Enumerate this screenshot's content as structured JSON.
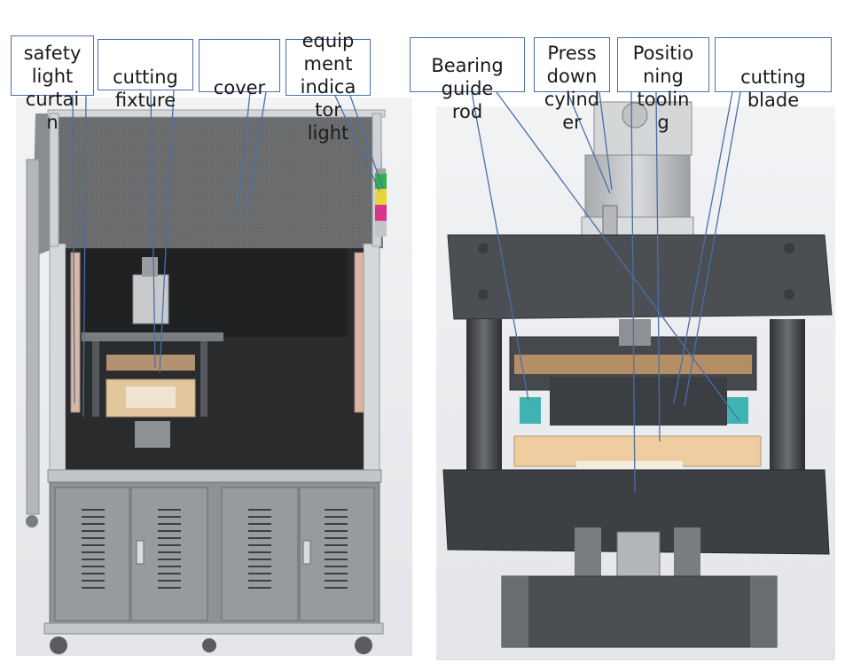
{
  "left_labels": [
    {
      "id": "safety_light_curtain",
      "text": "safety\nlight\ncurtai\nn"
    },
    {
      "id": "cutting_fixture",
      "text": "cutting\nfixture"
    },
    {
      "id": "cover",
      "text": "cover"
    },
    {
      "id": "equipment_indicator_light",
      "text": "equip\nment\nindica\ntor\nlight"
    }
  ],
  "right_labels": [
    {
      "id": "bearing_guide_rod",
      "text": "Bearing\nguide\nrod"
    },
    {
      "id": "press_down_cylinder",
      "text": "Press\ndown\ncylind\ner"
    },
    {
      "id": "positioning_tooling",
      "text": "Positio\nning\ntoolin\ng"
    },
    {
      "id": "cutting_blade",
      "text": "cutting\nblade"
    }
  ],
  "colors": {
    "leader_line": "#4a6fa8",
    "label_border": "#4a6fa8",
    "frame_aluminum": "#c9ccd0",
    "cabinet_grey": "#8c9095",
    "cover_dark": "#5a5c5e",
    "plate_dark": "#4d5054",
    "wood": "#e0c49a",
    "cylinder_grey": "#c7c9cb",
    "cyan_bushing": "#3fb3b3"
  },
  "indicator_light_colors": [
    "#2fb34a",
    "#e8d53a",
    "#d9338c"
  ]
}
